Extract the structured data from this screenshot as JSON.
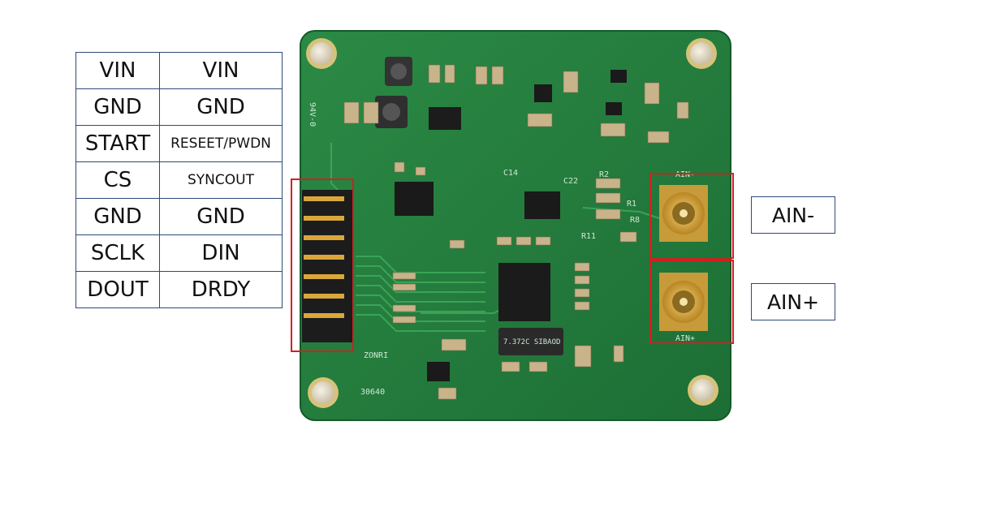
{
  "pinout": {
    "rows": [
      {
        "left": "VIN",
        "right": "VIN"
      },
      {
        "left": "GND",
        "right": "GND"
      },
      {
        "left": "START",
        "right": "RESEET/PWDN"
      },
      {
        "left": "CS",
        "right": "SYNCOUT"
      },
      {
        "left": "GND",
        "right": "GND"
      },
      {
        "left": "SCLK",
        "right": "DIN"
      },
      {
        "left": "DOUT",
        "right": "DRDY"
      }
    ]
  },
  "board": {
    "silkscreen": {
      "rating": "94V-0",
      "c14": "C14",
      "c22": "C22",
      "r2": "R2",
      "r1": "R1",
      "r8": "R8",
      "r11": "R11",
      "brand": "ZONRI",
      "code": "30640",
      "crystal": "7.372C SIBAOD",
      "ain_minus_silk": "AIN-",
      "ain_plus_silk": "AIN+"
    },
    "colors": {
      "pcb": "#1f7a3a",
      "highlight": "#d41f1f",
      "gold": "#d9a73a"
    }
  },
  "connectors": {
    "ain_minus": "AIN-",
    "ain_plus": "AIN+"
  }
}
